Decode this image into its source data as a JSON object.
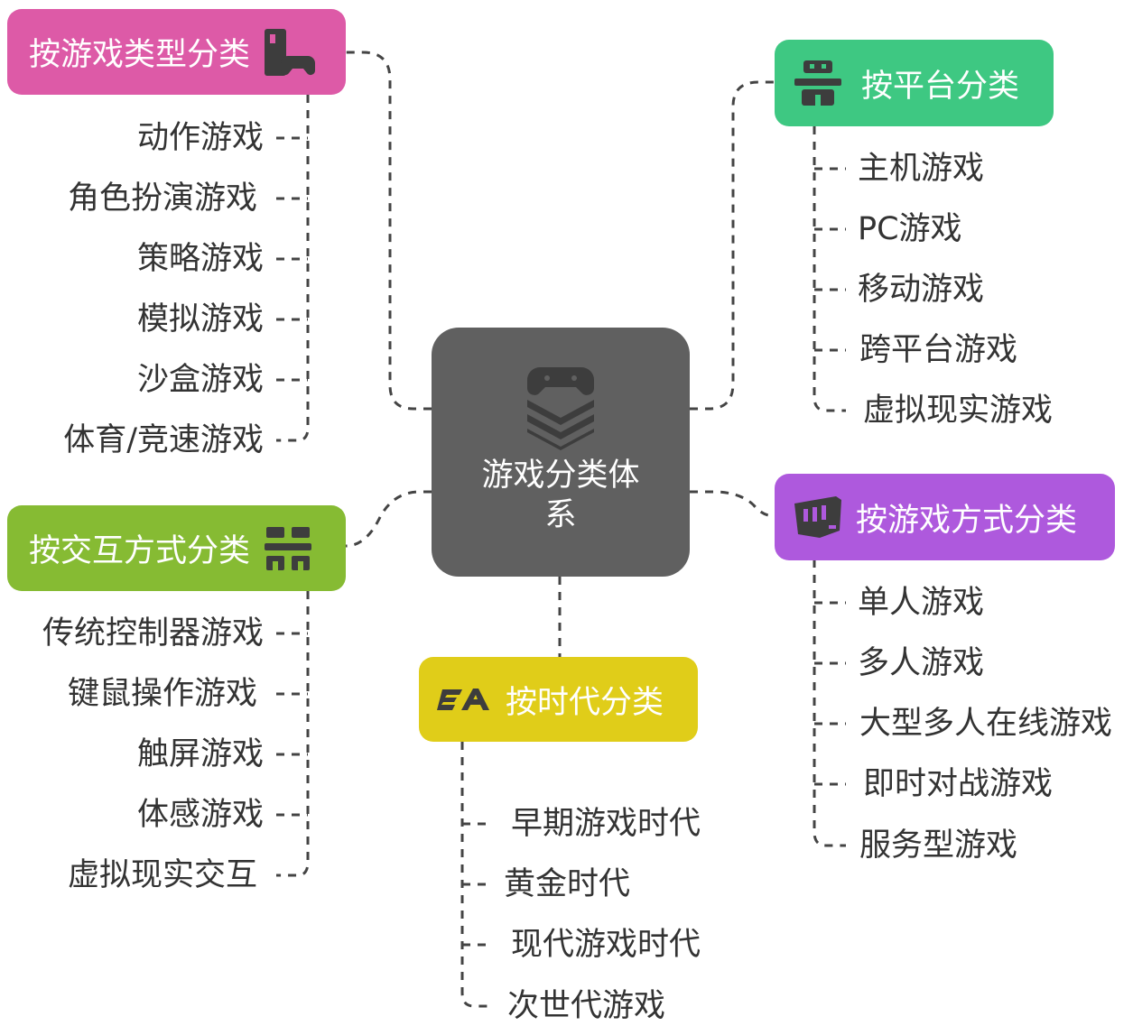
{
  "center": {
    "title": "游戏分类体系",
    "icon": "controller-stack-icon"
  },
  "branches": {
    "genre": {
      "label": "按游戏类型分类",
      "color": "#dd5aa7",
      "icon": "arcade-gamepad-icon",
      "items": [
        "动作游戏",
        "角色扮演游戏",
        "策略游戏",
        "模拟游戏",
        "沙盒游戏",
        "体育/竞速游戏"
      ]
    },
    "platform": {
      "label": "按平台分类",
      "color": "#3ec882",
      "icon": "robot-controller-icon",
      "items": [
        "主机游戏",
        "PC游戏",
        "移动游戏",
        "跨平台游戏",
        "虚拟现实游戏"
      ]
    },
    "interaction": {
      "label": "按交互方式分类",
      "color": "#86bb33",
      "icon": "joystick-grid-icon",
      "items": [
        "传统控制器游戏",
        "键鼠操作游戏",
        "触屏游戏",
        "体感游戏",
        "虚拟现实交互"
      ]
    },
    "mode": {
      "label": "按游戏方式分类",
      "color": "#ae59dd",
      "icon": "fist-icon",
      "items": [
        "单人游戏",
        "多人游戏",
        "大型多人在线游戏",
        "即时对战游戏",
        "服务型游戏"
      ]
    },
    "era": {
      "label": "按时代分类",
      "color": "#e0cd19",
      "icon": "ea-logo-icon",
      "items": [
        "早期游戏时代",
        "黄金时代",
        "现代游戏时代",
        "次世代游戏"
      ]
    }
  }
}
